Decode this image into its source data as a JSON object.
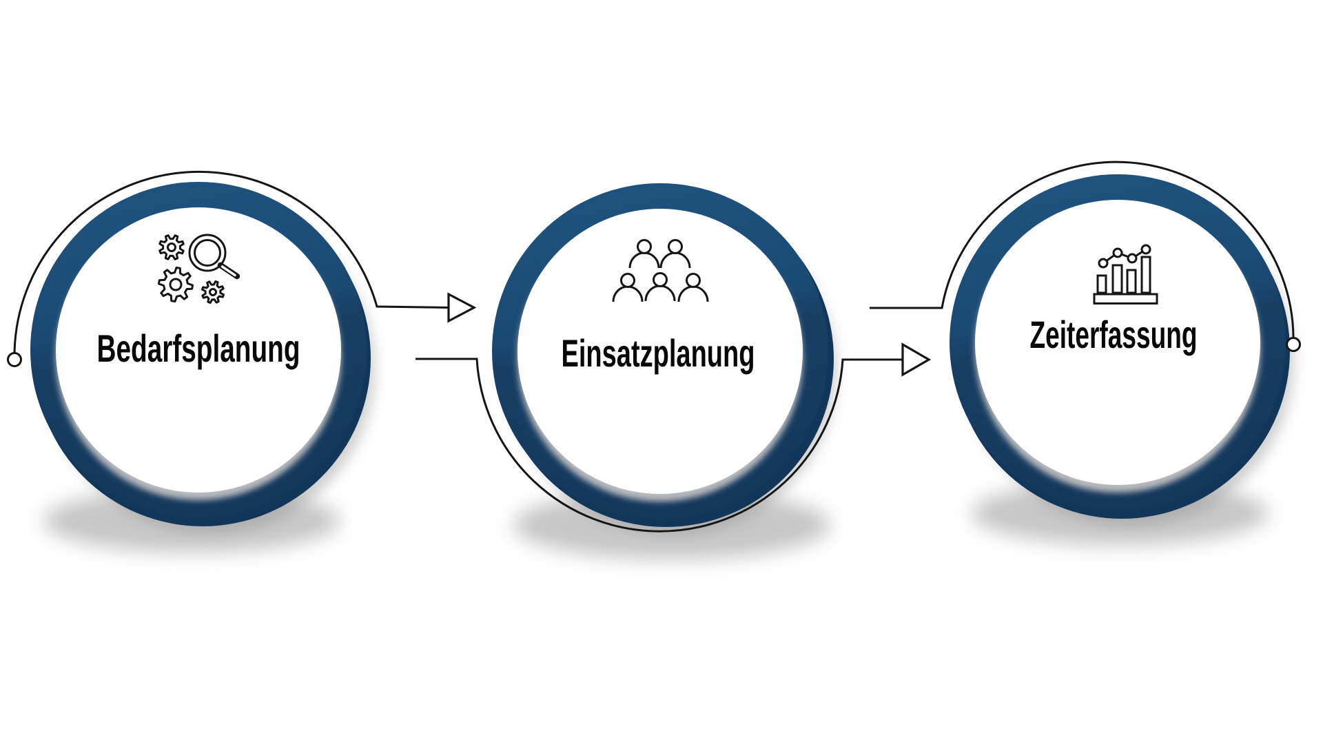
{
  "steps": [
    {
      "id": 1,
      "label": "Bedarfsplanung",
      "icon": "gears-magnifier-icon"
    },
    {
      "id": 2,
      "label": "Einsatzplanung",
      "icon": "team-icon"
    },
    {
      "id": 3,
      "label": "Zeiterfassung",
      "icon": "bar-chart-icon"
    }
  ],
  "connectors": [
    {
      "from": "Bedarfsplanung",
      "to": "Einsatzplanung",
      "type": "arrow-right"
    },
    {
      "from": "Einsatzplanung",
      "to": "Zeiterfassung",
      "type": "arrow-right"
    }
  ],
  "colors": {
    "ring_blue": "#1b4b75",
    "ring_blue_light": "#1f5480",
    "ring_blue_dark": "#14375c",
    "line_black": "#151515",
    "text_black": "#080808",
    "shadow_gray": "#b7babe",
    "background": "#ffffff"
  }
}
